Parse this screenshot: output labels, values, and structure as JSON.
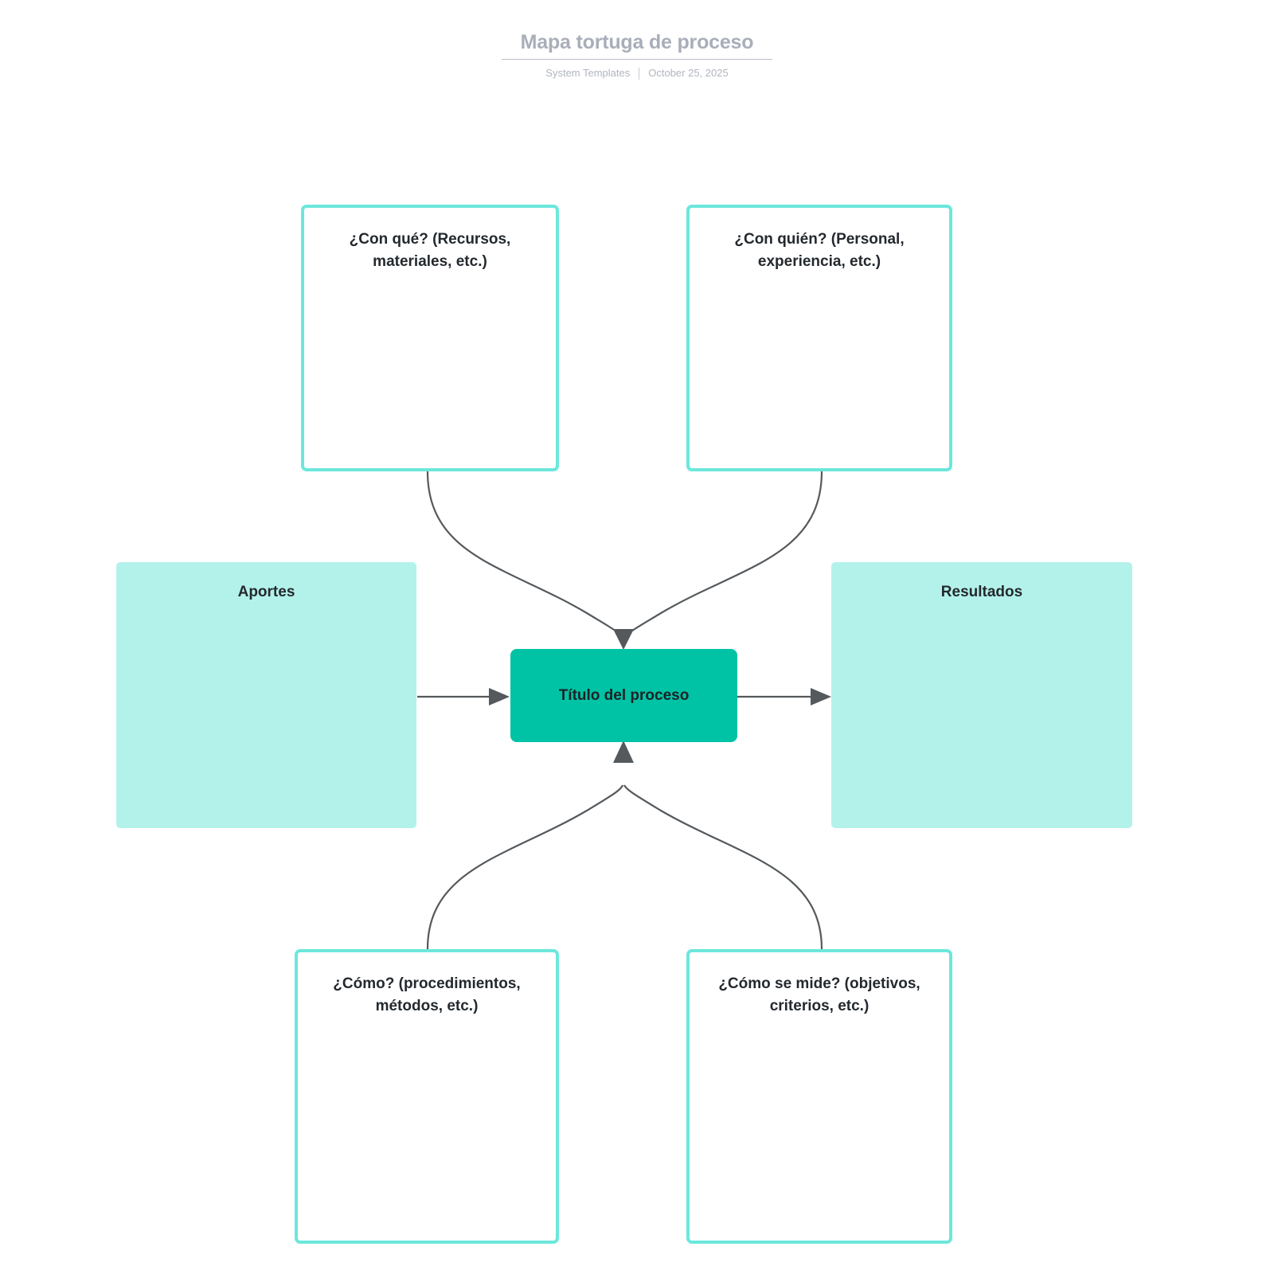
{
  "header": {
    "title": "Mapa tortuga de proceso",
    "author": "System Templates",
    "date": "October 25, 2025",
    "separator": "|"
  },
  "colors": {
    "node_fill": "#00c3a5",
    "panel_fill": "#b3f2ea",
    "box_border": "#6ce7dc",
    "connector": "#55595c",
    "text_dark": "#24292e",
    "header_text": "#a9aeb9"
  },
  "diagram": {
    "type": "turtle-process-map",
    "center": {
      "label": "Título del proceso"
    },
    "panels": [
      {
        "id": "inputs",
        "label": "Aportes",
        "position": "left"
      },
      {
        "id": "outputs",
        "label": "Resultados",
        "position": "right"
      }
    ],
    "boxes": [
      {
        "id": "with-what",
        "label": "¿Con qué? (Recursos,\nmateriales, etc.)",
        "position": "top-left"
      },
      {
        "id": "with-whom",
        "label": "¿Con quién? (Personal,\nexperiencia, etc.)",
        "position": "top-right"
      },
      {
        "id": "how",
        "label": "¿Cómo? (procedimientos,\nmétodos, etc.)",
        "position": "bottom-left"
      },
      {
        "id": "how-measured",
        "label": "¿Cómo se mide? (objetivos,\ncriterios, etc.)",
        "position": "bottom-right"
      }
    ],
    "connectors": [
      {
        "from": "with-what",
        "to": "center",
        "style": "curved-arrow"
      },
      {
        "from": "with-whom",
        "to": "center",
        "style": "curved-arrow"
      },
      {
        "from": "how",
        "to": "center",
        "style": "curved-arrow"
      },
      {
        "from": "how-measured",
        "to": "center",
        "style": "curved-arrow"
      },
      {
        "from": "inputs",
        "to": "center",
        "style": "straight-arrow"
      },
      {
        "from": "center",
        "to": "outputs",
        "style": "straight-arrow"
      }
    ]
  }
}
